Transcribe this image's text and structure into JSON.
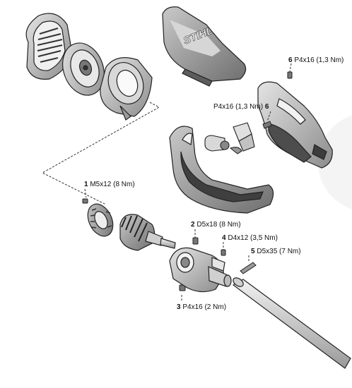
{
  "diagram": {
    "brand_text": "STIHL",
    "callouts": [
      {
        "id": "c1",
        "number": "1",
        "text": "M5x12 (8 Nm)"
      },
      {
        "id": "c2",
        "number": "2",
        "text": "D5x18 (8 Nm)"
      },
      {
        "id": "c3",
        "number": "3",
        "text": "P4x16 (2 Nm)"
      },
      {
        "id": "c4",
        "number": "4",
        "text": "D4x12 (3,5 Nm)"
      },
      {
        "id": "c5",
        "number": "5",
        "text": "D5x35 (7 Nm)"
      },
      {
        "id": "c6a",
        "number": "6",
        "text": "P4x16 (1,3 Nm)"
      },
      {
        "id": "c6b",
        "number": "6",
        "text": "P4x16 (1,3 Nm)"
      }
    ]
  }
}
